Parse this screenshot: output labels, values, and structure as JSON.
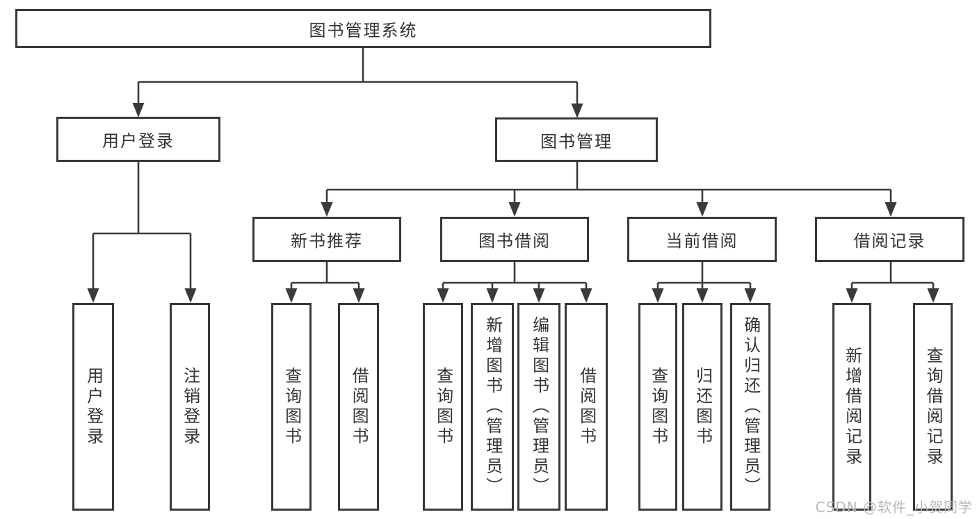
{
  "diagram_title": "图书管理系统",
  "nodes": {
    "root": {
      "label": "图书管理系统"
    },
    "user-login": {
      "label": "用户登录"
    },
    "book-mgmt": {
      "label": "图书管理"
    },
    "new-book-rec": {
      "label": "新书推荐"
    },
    "book-borrow": {
      "label": "图书借阅"
    },
    "current-borrow": {
      "label": "当前借阅"
    },
    "borrow-record": {
      "label": "借阅记录"
    },
    "leaf-user-login": {
      "label": "用户登录"
    },
    "leaf-logout": {
      "label": "注销登录"
    },
    "leaf-nbr-query": {
      "label": "查询图书"
    },
    "leaf-nbr-borrow": {
      "label": "借阅图书"
    },
    "leaf-bb-query": {
      "label": "查询图书"
    },
    "leaf-bb-add": {
      "label": "新增图书（管理员）"
    },
    "leaf-bb-edit": {
      "label": "编辑图书（管理员）"
    },
    "leaf-bb-borrow": {
      "label": "借阅图书"
    },
    "leaf-cb-query": {
      "label": "查询图书"
    },
    "leaf-cb-return": {
      "label": "归还图书"
    },
    "leaf-cb-confirm": {
      "label": "确认归还（管理员）"
    },
    "leaf-br-add": {
      "label": "新增借阅记录"
    },
    "leaf-br-query": {
      "label": "查询借阅记录"
    }
  },
  "hierarchy": [
    {
      "parent": "图书管理系统",
      "children": [
        "用户登录",
        "图书管理"
      ]
    },
    {
      "parent": "用户登录",
      "children": [
        "用户登录",
        "注销登录"
      ]
    },
    {
      "parent": "图书管理",
      "children": [
        "新书推荐",
        "图书借阅",
        "当前借阅",
        "借阅记录"
      ]
    },
    {
      "parent": "新书推荐",
      "children": [
        "查询图书",
        "借阅图书"
      ]
    },
    {
      "parent": "图书借阅",
      "children": [
        "查询图书",
        "新增图书（管理员）",
        "编辑图书（管理员）",
        "借阅图书"
      ]
    },
    {
      "parent": "当前借阅",
      "children": [
        "查询图书",
        "归还图书",
        "确认归还（管理员）"
      ]
    },
    {
      "parent": "借阅记录",
      "children": [
        "新增借阅记录",
        "查询借阅记录"
      ]
    }
  ],
  "watermark": {
    "text": "CSDN @软件_小贺同学"
  },
  "colors": {
    "line": "#3a3a3a",
    "box_border": "#383838",
    "text": "#333333",
    "background": "#ffffff",
    "watermark": "#b8b8b8"
  }
}
